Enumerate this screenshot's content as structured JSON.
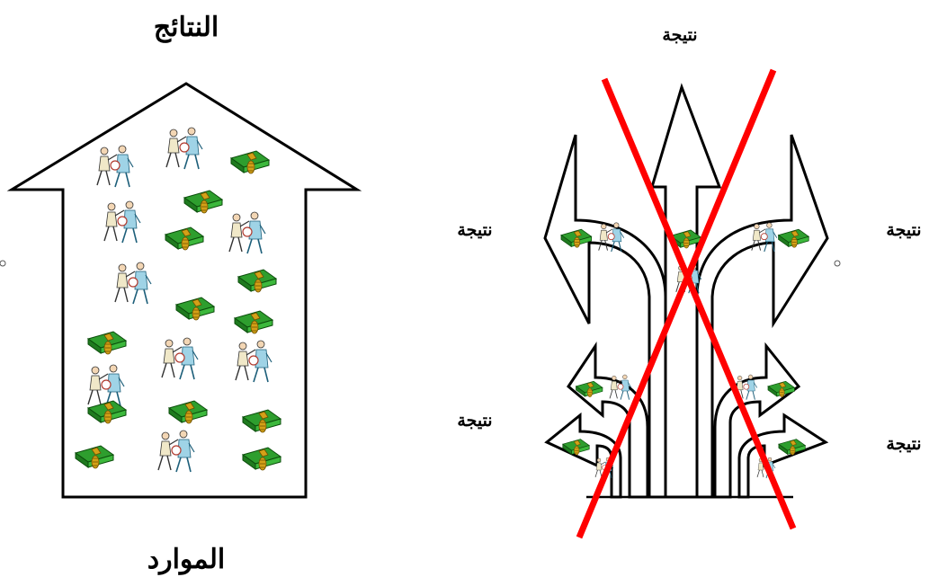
{
  "left": {
    "title_top": "النتائج",
    "title_bottom": "الموارد"
  },
  "right": {
    "label_top": "نتيجة",
    "label_left_mid": "نتيجة",
    "label_right_mid": "نتيجة",
    "label_left_low": "نتيجة",
    "label_right_low": "نتيجة"
  },
  "icons": {
    "people": "business-people-icon",
    "money": "money-stack-icon"
  },
  "colors": {
    "cross": "#ff0000",
    "money_green": "#2e9e2e",
    "money_gold": "#d4a017"
  }
}
